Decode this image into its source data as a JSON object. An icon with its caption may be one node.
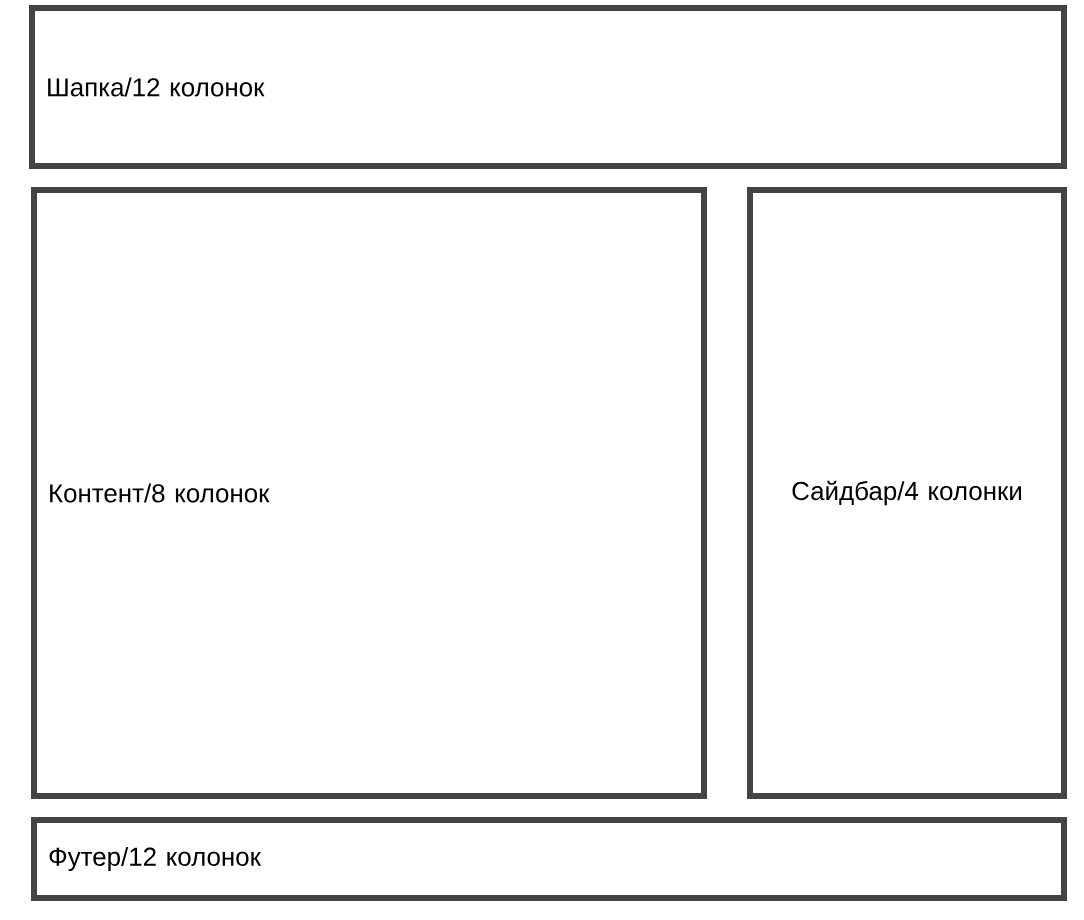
{
  "diagram": {
    "nodes": [
      {
        "text": [
          "Шапка/12 колонок"
        ]
      },
      {
        "text": [
          "Контент/8 колонок"
        ]
      },
      {
        "text": [
          "Сайдбар/4 колонки"
        ]
      },
      {
        "text": [
          "Футер/12 колонок"
        ]
      }
    ]
  }
}
